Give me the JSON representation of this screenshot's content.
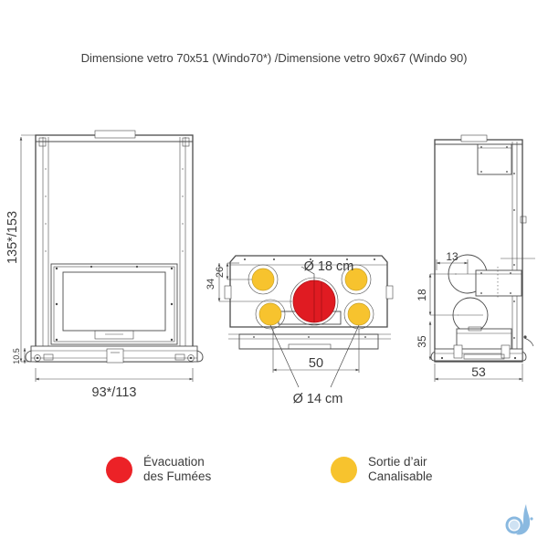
{
  "page": {
    "title": "Dimensione vetro 70x51 (Windo70*) /Dimensione vetro 90x67 (Windo 90)",
    "background_color": "#ffffff",
    "line_color": "#4a4a4a"
  },
  "views": {
    "front": {
      "name": "front-elevation",
      "dimensions": {
        "height": "135*/153",
        "width": "93*/113",
        "foot_height": "10.5"
      }
    },
    "top": {
      "name": "top-plan",
      "dimensions": {
        "offset_small": "26",
        "offset_large": "34",
        "spacing": "50"
      },
      "labels": {
        "flue": "Ø 18 cm",
        "air_outlets": "Ø 14 cm"
      },
      "ports": [
        {
          "id": "air-top-left",
          "type": "air",
          "color": "#f7c32e",
          "diameter_cm": 14
        },
        {
          "id": "air-top-right",
          "type": "air",
          "color": "#f7c32e",
          "diameter_cm": 14
        },
        {
          "id": "air-bottom-left",
          "type": "air",
          "color": "#f7c32e",
          "diameter_cm": 14
        },
        {
          "id": "air-bottom-right",
          "type": "air",
          "color": "#f7c32e",
          "diameter_cm": 14
        },
        {
          "id": "flue-center",
          "type": "flue",
          "color": "#e01b22",
          "diameter_cm": 18
        }
      ]
    },
    "side": {
      "name": "side-section",
      "dimensions": {
        "top_offset": "13",
        "mid_height": "18",
        "base_height": "35",
        "depth": "53"
      }
    }
  },
  "legend": {
    "items": [
      {
        "id": "flue-legend",
        "color": "#ec2227",
        "line1": "Évacuation",
        "line2": "des Fumées"
      },
      {
        "id": "air-legend",
        "color": "#f7c32e",
        "line1": "Sortie d’air",
        "line2": "Canalisable"
      }
    ]
  },
  "watermark": {
    "name": "flame-droplet-logo",
    "color": "#8ab9e0"
  }
}
